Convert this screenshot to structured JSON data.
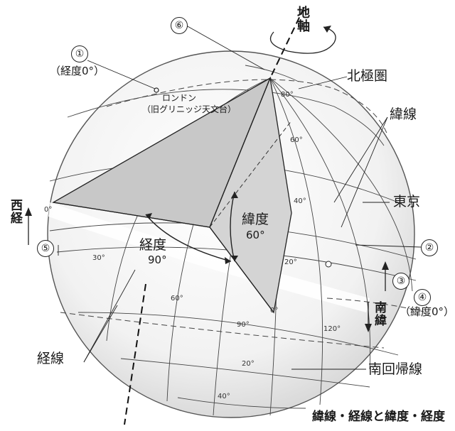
{
  "labels": {
    "earth_axis": "地軸",
    "marker_1": "①",
    "longitude_0": "（経度0°）",
    "london": "ロンドン",
    "greenwich": "（旧グリニッジ天文台）",
    "marker_6": "⑥",
    "arctic_circle": "北極圏",
    "parallel": "緯線",
    "tokyo": "東京",
    "marker_2": "②",
    "marker_3": "③",
    "marker_4": "④",
    "latitude_0": "（緯度0°）",
    "south_latitude": "南緯",
    "west_longitude": "西経",
    "marker_5": "⑤",
    "longitude_90_title": "経度",
    "longitude_90_value": "90°",
    "latitude_60_title": "緯度",
    "latitude_60_value": "60°",
    "meridian": "経線",
    "tropic_of_capricorn": "南回帰線"
  },
  "ticks": {
    "lat_80": "80°",
    "lat_60": "60°",
    "lat_40": "40°",
    "lat_20": "20°",
    "lat_0": "0°",
    "lon_0": "0°",
    "lon_30": "30°",
    "lon_60": "60°",
    "lon_90": "90°",
    "lon_120": "120°",
    "s_20": "20°",
    "s_40": "40°"
  },
  "caption": "緯線・経線と緯度・経度",
  "colors": {
    "shade": "#c8c8c8",
    "line": "#222222",
    "globe_edge": "#d0d0d0"
  }
}
